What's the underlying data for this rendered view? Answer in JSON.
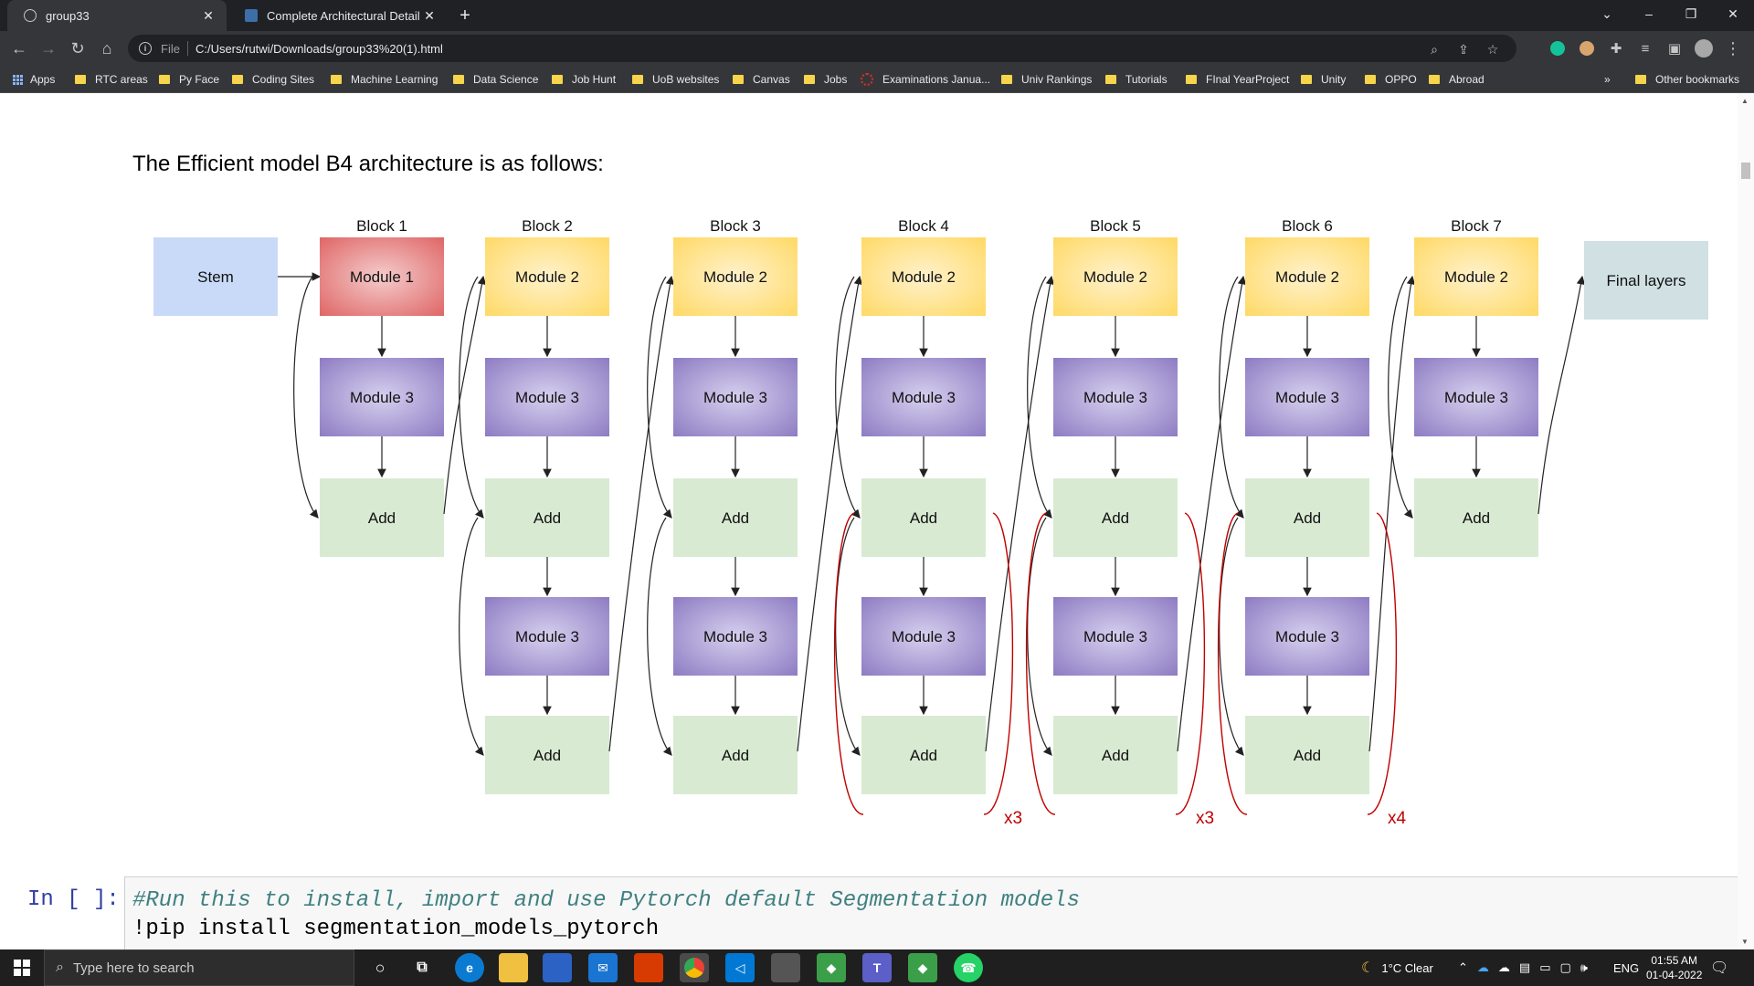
{
  "browser": {
    "tabs": [
      {
        "title": "group33",
        "active": true
      },
      {
        "title": "Complete Architectural Details of",
        "active": false
      }
    ],
    "new_tab": "+",
    "window_controls": {
      "minimize": "–",
      "restore": "❐",
      "close": "✕",
      "tab_search": "⌄"
    },
    "address": {
      "scheme": "File",
      "url": "C:/Users/rutwi/Downloads/group33%20(1).html"
    },
    "bookmarks": [
      "Apps",
      "RTC areas",
      "Py Face",
      "Coding Sites",
      "Machine Learning",
      "Data Science",
      "Job Hunt",
      "UoB websites",
      "Canvas",
      "Jobs",
      "Examinations Janua...",
      "Univ Rankings",
      "Tutorials",
      "FInal YearProject",
      "Unity",
      "OPPO",
      "Abroad"
    ],
    "bookmarks_overflow": "»",
    "other_bookmarks": "Other bookmarks"
  },
  "page": {
    "heading": "The Efficient model B4 architecture is as follows:",
    "diagram": {
      "stem": "Stem",
      "final": "Final layers",
      "blocks": [
        {
          "label": "Block 1",
          "modules": [
            "Module 1",
            "Module 3",
            "Add"
          ]
        },
        {
          "label": "Block 2",
          "modules": [
            "Module 2",
            "Module 3",
            "Add",
            "Module 3",
            "Add"
          ]
        },
        {
          "label": "Block 3",
          "modules": [
            "Module 2",
            "Module 3",
            "Add",
            "Module 3",
            "Add"
          ]
        },
        {
          "label": "Block 4",
          "modules": [
            "Module 2",
            "Module 3",
            "Add",
            "Module 3",
            "Add"
          ]
        },
        {
          "label": "Block 5",
          "modules": [
            "Module 2",
            "Module 3",
            "Add",
            "Module 3",
            "Add"
          ]
        },
        {
          "label": "Block 6",
          "modules": [
            "Module 2",
            "Module 3",
            "Add",
            "Module 3",
            "Add"
          ]
        },
        {
          "label": "Block 7",
          "modules": [
            "Module 2",
            "Module 3",
            "Add"
          ]
        }
      ],
      "repeats": [
        "x3",
        "x3",
        "x4"
      ],
      "colors": {
        "stem": "#c9daf8",
        "module1": "#e06666",
        "module2": "#ffd966",
        "module3": "#8e7cc3",
        "add": "#d9ead3",
        "final": "#d0e0e3",
        "bracket": "#c00000"
      }
    },
    "cell": {
      "prompt": "In [ ]:",
      "comment": "#Run this to install, import and use Pytorch default Segmentation models",
      "code": "!pip install segmentation_models_pytorch"
    }
  },
  "taskbar": {
    "search_placeholder": "Type here to search",
    "weather": "1°C  Clear",
    "language": "ENG",
    "time": "01:55 AM",
    "date": "01-04-2022"
  }
}
